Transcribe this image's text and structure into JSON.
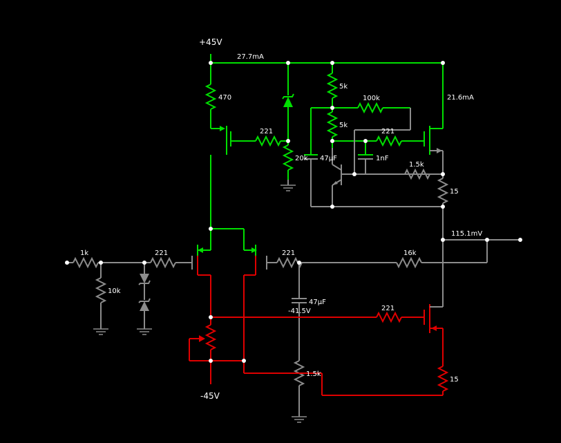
{
  "colors": {
    "background": "#000000",
    "live": "#00e000",
    "idle": "#8c8c8c",
    "negative": "#e00000",
    "text": "#ffffff"
  },
  "labels": {
    "vplus": "+45V",
    "vminus": "-45V",
    "current_top": "27.7mA",
    "current_right": "21.6mA",
    "output_voltage": "115.1mV",
    "node_voltage": "-41.5V",
    "r_470": "470",
    "r_221_a": "221",
    "r_20k": "20k",
    "c_47u_a": "47µF",
    "r_5k_a": "5k",
    "r_5k_b": "5k",
    "r_100k": "100k",
    "r_221_b": "221",
    "c_1n": "1nF",
    "r_1k5_a": "1.5k",
    "r_15_a": "15",
    "r_1k": "1k",
    "r_10k": "10k",
    "r_221_c": "221",
    "r_221_d": "221",
    "r_16k": "16k",
    "c_47u_b": "47µF",
    "r_221_e": "221",
    "r_1k5_b": "1.5k",
    "r_15_b": "15"
  }
}
